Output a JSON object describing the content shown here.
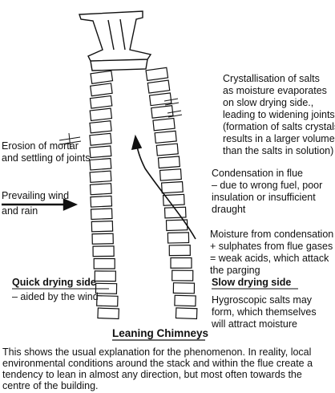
{
  "diagram": {
    "title": "Leaning Chimneys",
    "labels": {
      "crystallisation": [
        "Crystallisation of salts",
        "as moisture evaporates",
        "on slow drying side.,",
        "leading to widening joints",
        "(formation of salts crystals",
        "results in a larger volume",
        "than the salts in solution)"
      ],
      "erosion": [
        "Erosion of mortar",
        "and settling of joints"
      ],
      "wind": [
        "Prevailing wind",
        "and rain"
      ],
      "condensation": [
        "Condensation in flue",
        "– due to wrong fuel, poor",
        "insulation or insufficient",
        "draught"
      ],
      "moisture": [
        "Moisture from condensation",
        "+ sulphates from flue gases",
        "= weak acids, which attack",
        "the parging"
      ],
      "quick_title": "Quick drying side",
      "quick_sub": "– aided by the wind",
      "slow_title": "Slow drying side",
      "slow_sub": [
        "Hygroscopic salts may",
        "form, which themselves",
        "will attract moisture"
      ]
    },
    "note": "This shows the usual explanation for the phenomenon. In reality, local environmental conditions around the stack and within the flue create a tendency to lean in almost any direction, but most often towards the centre of the building."
  }
}
